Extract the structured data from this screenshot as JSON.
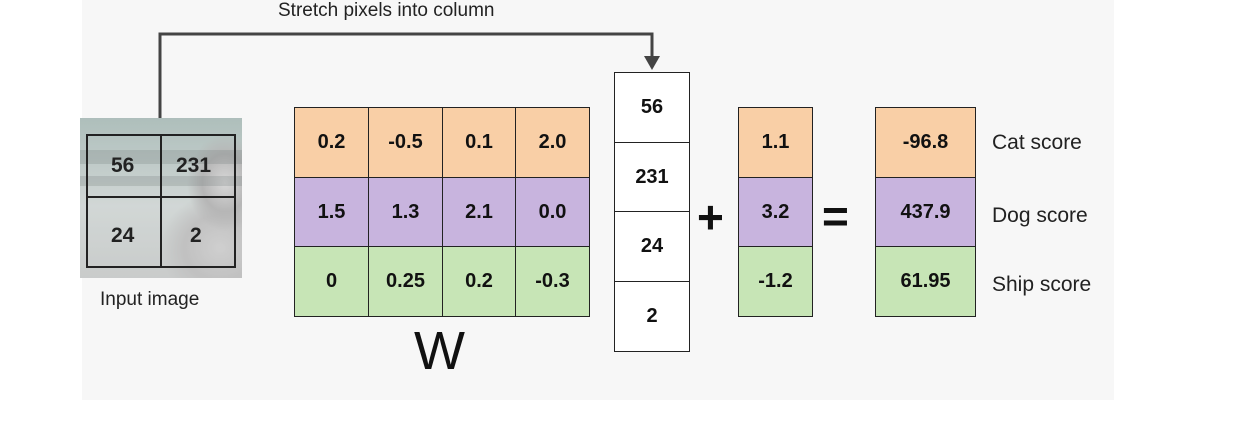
{
  "caption": "Stretch pixels into column",
  "input_image": {
    "label": "Input image",
    "pixels": [
      "56",
      "231",
      "24",
      "2"
    ]
  },
  "weights": {
    "label": "W",
    "rows": [
      [
        "0.2",
        "-0.5",
        "0.1",
        "2.0"
      ],
      [
        "1.5",
        "1.3",
        "2.1",
        "0.0"
      ],
      [
        "0",
        "0.25",
        "0.2",
        "-0.3"
      ]
    ]
  },
  "column": [
    "56",
    "231",
    "24",
    "2"
  ],
  "plus": "+",
  "bias": [
    "1.1",
    "3.2",
    "-1.2"
  ],
  "equals": "=",
  "scores": [
    "-96.8",
    "437.9",
    "61.95"
  ],
  "score_labels": [
    "Cat score",
    "Dog score",
    "Ship score"
  ],
  "colors": {
    "cat_row": "#f9cfa6",
    "dog_row": "#c8b4de",
    "ship_row": "#c7e5b6"
  }
}
